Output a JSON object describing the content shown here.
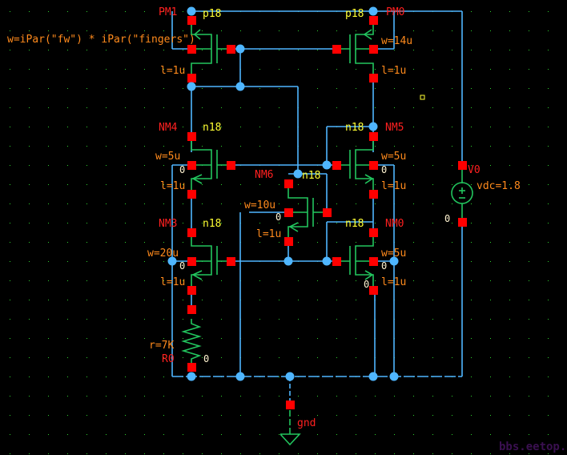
{
  "schematic": {
    "title": "Bias circuit schematic",
    "colors": {
      "background": "#000000",
      "wire": "#4fb6ff",
      "device": "#22c55e",
      "pin": "#ff0000",
      "instance_label": "#ff2020",
      "model_label": "#ffff33",
      "parameter": "#ff8a1c",
      "grid": "#2fd02f"
    },
    "devices": {
      "pm1": {
        "name": "PM1",
        "model": "p18",
        "w": "w=iPar(\"fw\") * iPar(\"fingers\")",
        "l": "l=1u"
      },
      "pm0": {
        "name": "PM0",
        "model": "p18",
        "w": "w=14u",
        "l": "l=1u"
      },
      "nm4": {
        "name": "NM4",
        "model": "n18",
        "w": "w=5u",
        "l": "l=1u",
        "bulk": "0"
      },
      "nm5": {
        "name": "NM5",
        "model": "n18",
        "w": "w=5u",
        "l": "l=1u",
        "bulk": "0"
      },
      "nm6": {
        "name": "NM6",
        "model": "n18",
        "w": "w=10u",
        "l": "l=1u",
        "bulk": "0"
      },
      "nm3": {
        "name": "NM3",
        "model": "n18",
        "w": "w=20u",
        "l": "l=1u",
        "bulk": "0"
      },
      "nm0": {
        "name": "NM0",
        "model": "n18",
        "w": "w=5u",
        "l": "l=1u",
        "bulk": "0",
        "bulk2": "0"
      },
      "r0": {
        "name": "R0",
        "r": "r=7K",
        "bulk": "0"
      },
      "v0": {
        "name": "V0",
        "vdc": "vdc=1.8",
        "node": "0"
      },
      "gnd": {
        "name": "gnd"
      }
    },
    "watermark": "bbs.eetop.cn"
  }
}
